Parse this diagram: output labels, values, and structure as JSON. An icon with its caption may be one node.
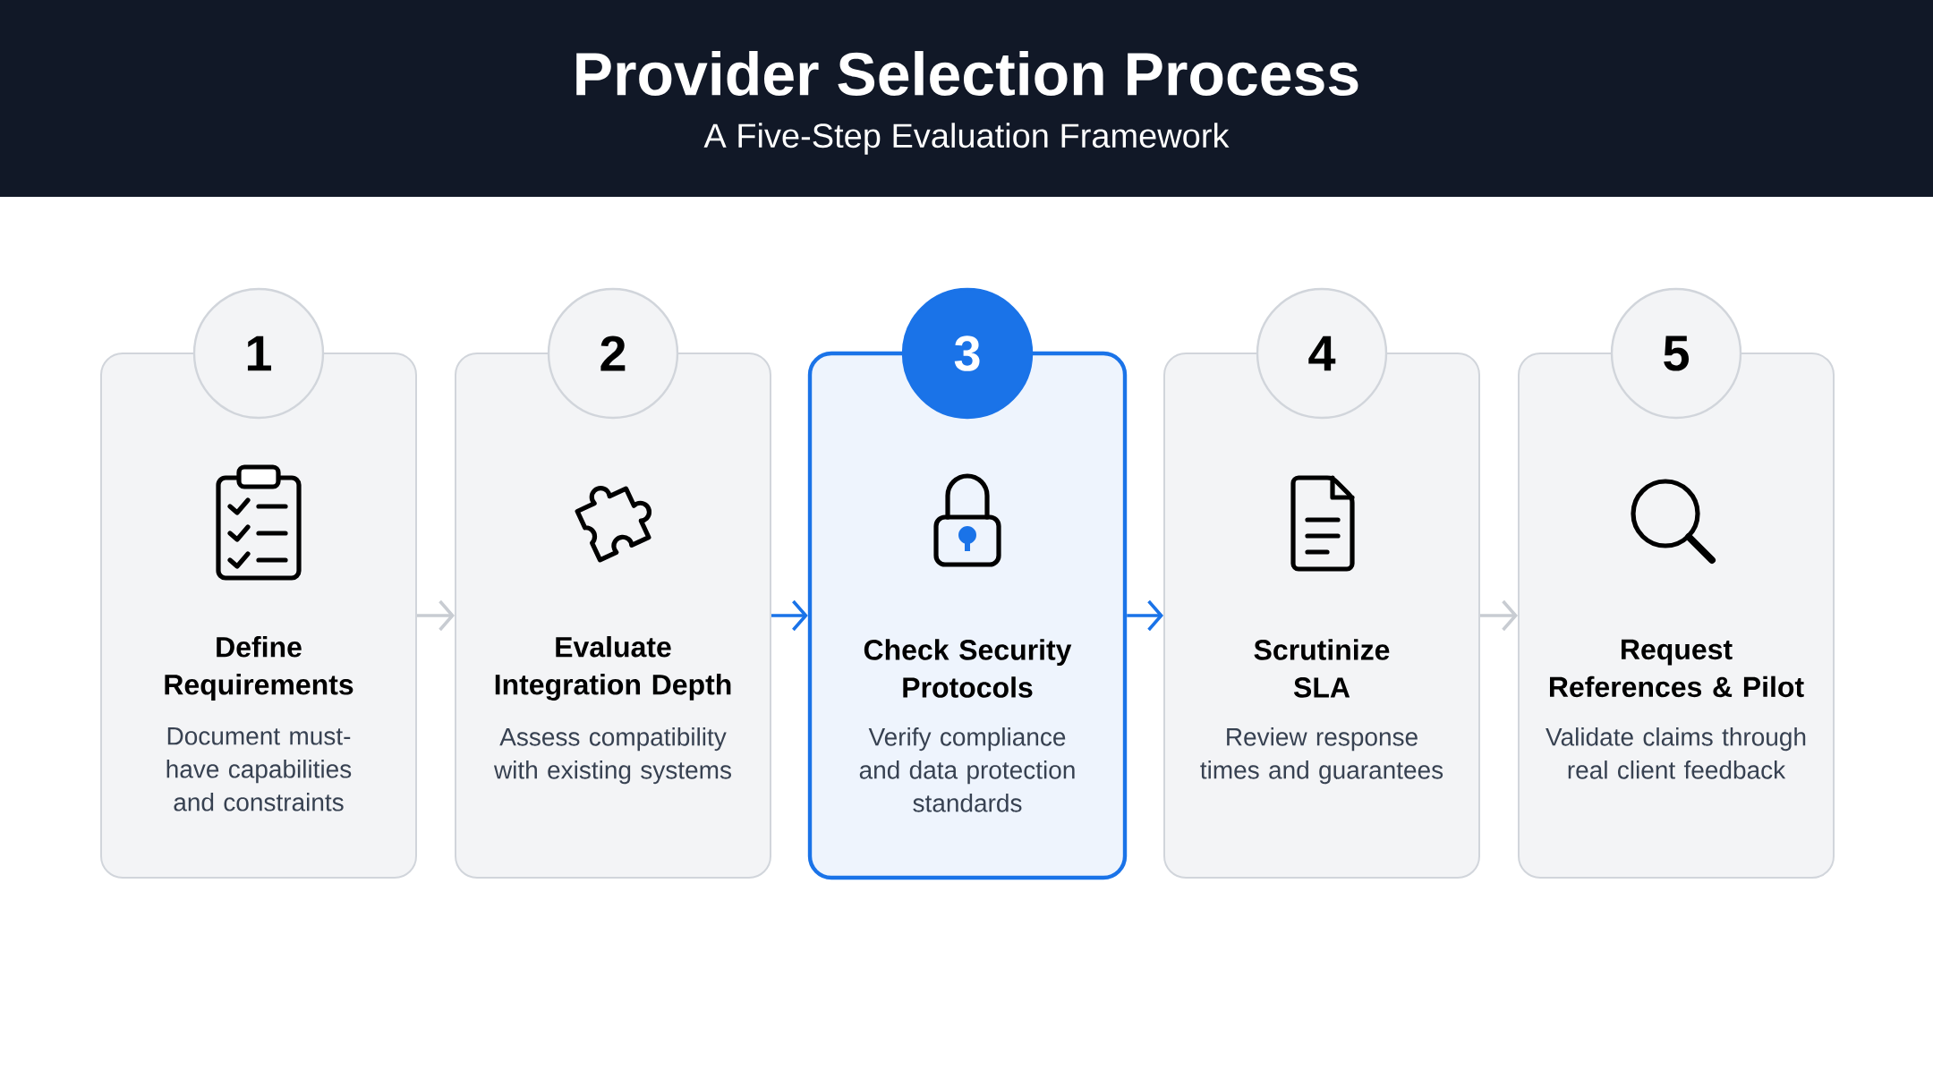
{
  "diagram": {
    "title": "Provider Selection Process",
    "nodes": [
      {
        "text": [
          "1"
        ]
      },
      {
        "text": [
          "Define Requirements",
          "Document must-have capabilities and constraints"
        ]
      },
      {
        "text": [
          "2"
        ]
      },
      {
        "text": [
          "Evaluate Integration Depth",
          "Assess compatibility with existing systems"
        ]
      },
      {
        "text": [
          "3"
        ]
      },
      {
        "text": [
          "Check Security Protocols",
          "Verify compliance and data protection standards"
        ]
      },
      {
        "text": [
          "4"
        ]
      },
      {
        "text": [
          "Scrutinize SLA",
          "Review response times and guarantees"
        ]
      },
      {
        "text": [
          "5"
        ]
      },
      {
        "text": [
          "Request References & Pilot",
          "Validate claims through real client feedback"
        ]
      }
    ],
    "edges": [
      {
        "from": 1,
        "to": 3,
        "arrow": "to"
      },
      {
        "from": 3,
        "to": 5,
        "arrow": "to",
        "color": "#1a73e8"
      },
      {
        "from": 5,
        "to": 7,
        "arrow": "to",
        "color": "#1a73e8"
      },
      {
        "from": 7,
        "to": 9,
        "arrow": "to"
      }
    ],
    "labels": [
      "A Five-Step Evaluation Framework"
    ]
  }
}
